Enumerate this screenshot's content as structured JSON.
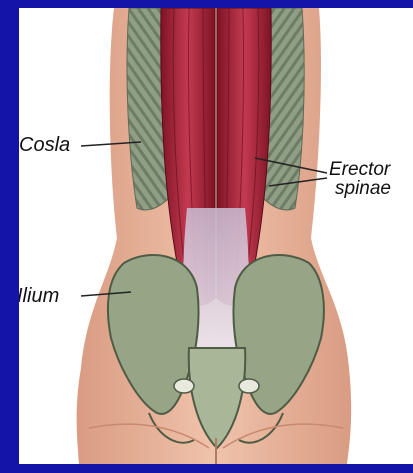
{
  "labels": {
    "costa": "Cosla",
    "ilium": "Ilium",
    "erector_line1": "Erector",
    "erector_line2": "spinae"
  },
  "colors": {
    "frame": "#1414a8",
    "background": "#ffffff",
    "skin": "#e8b39a",
    "muscle": "#a8243a",
    "bone": "#9aa98a",
    "tendon": "#e8e4ee"
  }
}
